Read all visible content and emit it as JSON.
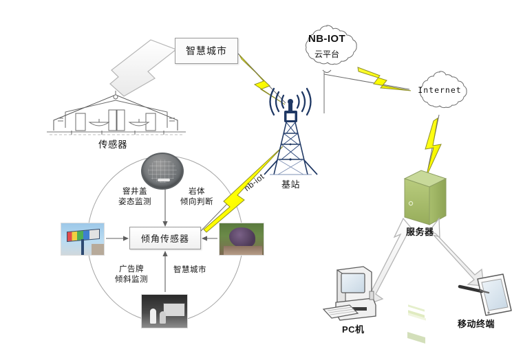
{
  "diagram": {
    "title": "NB-IoT tilt sensor smart city architecture diagram",
    "nodes": {
      "smart_city_box": "智慧城市",
      "tilt_sensor_box": "倾角传感器",
      "nbiot_cloud_line1": "NB-IOT",
      "nbiot_cloud_line2": "云平台",
      "internet_cloud": "Internet"
    },
    "labels": {
      "sensor_building": "传感器",
      "base_station": "基站",
      "server": "服务器",
      "pc": "PC机",
      "mobile_terminal": "移动终端",
      "link_nbiot": "nb-iot"
    },
    "application_ring": [
      {
        "id": "manhole",
        "label_line1": "窨井盖",
        "label_line2": "姿态监测",
        "image": "manhole-cover-photo",
        "position": "top-left-text"
      },
      {
        "id": "rock",
        "label_line1": "岩体",
        "label_line2": "倾向判断",
        "image": "rock-slope-photo",
        "position": "top-right-text"
      },
      {
        "id": "billboard",
        "label_line1": "广告牌",
        "label_line2": "倾斜监测",
        "image": "billboard-photo",
        "position": "bottom-left-text"
      },
      {
        "id": "city",
        "label_line1": "智慧城市",
        "label_line2": "",
        "image": "street-scene-photo",
        "position": "bottom-right-text"
      }
    ],
    "icons": {
      "base_station": "cell-tower-icon",
      "server": "server-tower-icon",
      "pc": "desktop-computer-icon",
      "mobile": "tablet-stylus-icon",
      "building": "warehouse-outline-icon",
      "bolt": "lightning-bolt-icon",
      "signal": "radio-waves-icon"
    },
    "colors": {
      "bolt_fill": "#ffff00",
      "bolt_edge": "#808000",
      "tower": "#1f3864",
      "server_body": "#a9c06a",
      "server_top": "#c3d68f",
      "arrow_stroke": "#b0b0b0",
      "box_border": "#9a9a9a",
      "line": "#6b6b6b",
      "circle": "#9e9e9e"
    }
  }
}
